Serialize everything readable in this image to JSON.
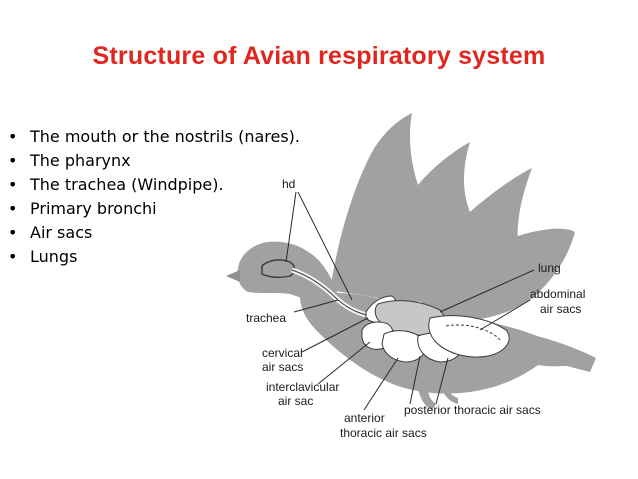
{
  "slide": {
    "title": "Structure of Avian respiratory system",
    "title_color": "#e0271f",
    "bullet_symbol": "•",
    "bullets": [
      "The mouth or the nostrils (nares).",
      "The pharynx",
      "The trachea (Windpipe).",
      "Primary bronchi",
      "Air sacs",
      "Lungs"
    ]
  },
  "diagram": {
    "silhouette_color": "#9fa1a3",
    "labels": {
      "hd": "hd",
      "lung": "lung",
      "trachea": "trachea",
      "abdominal_line1": "abdominal",
      "abdominal_line2": "air sacs",
      "cervical_line1": "cervical",
      "cervical_line2": "air sacs",
      "interclavicular_line1": "interclavicular",
      "interclavicular_line2": "air sac",
      "posterior": "posterior thoracic air sacs",
      "anterior_line1": "anterior",
      "anterior_line2": "thoracic air sacs"
    }
  }
}
